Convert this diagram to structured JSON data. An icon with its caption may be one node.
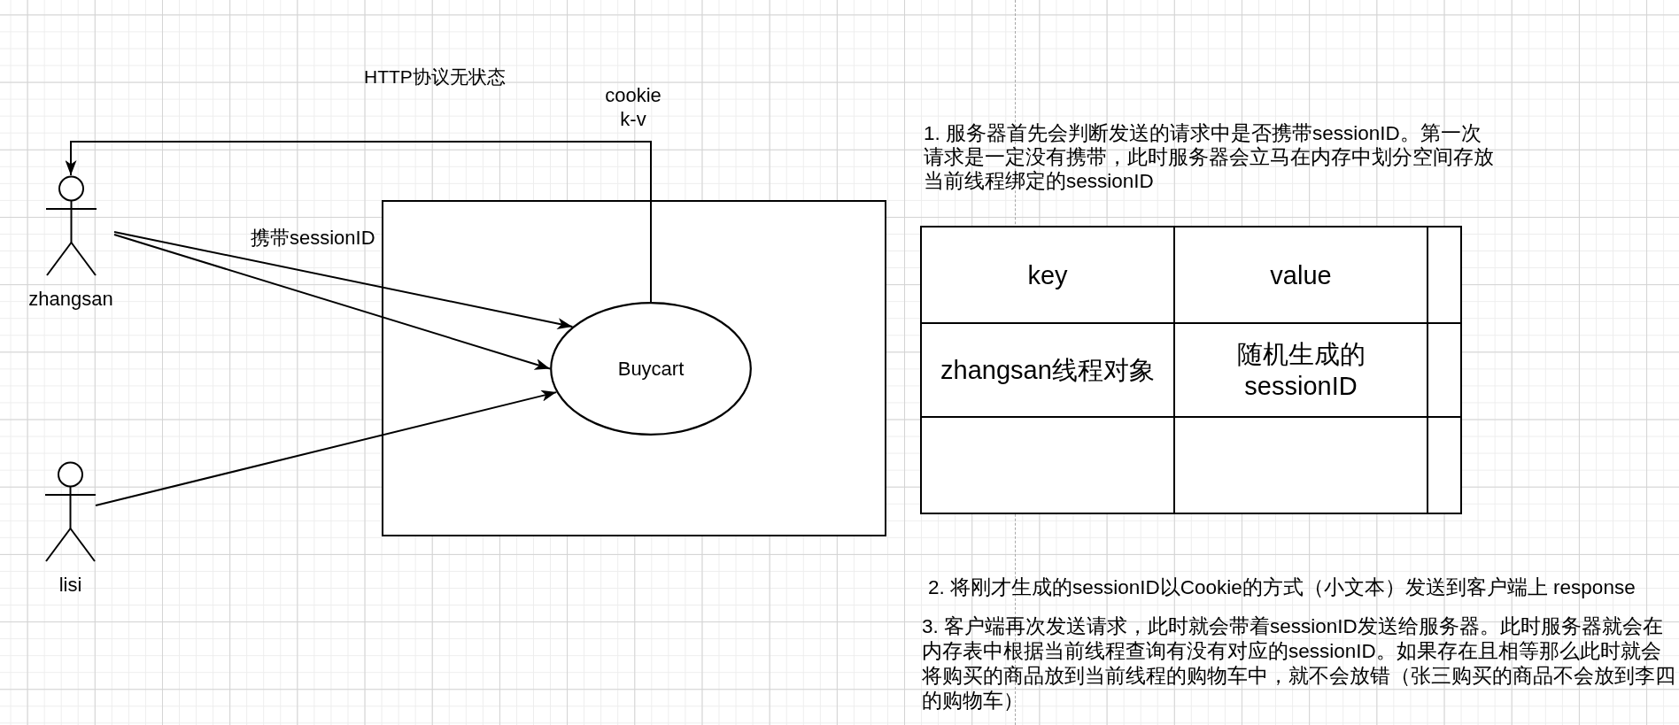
{
  "diagram": {
    "title": "HTTP协议无状态",
    "nodes": [
      {
        "text": [
          "zhangsan"
        ]
      },
      {
        "text": [
          "lisi"
        ]
      },
      {
        "text": [],
        "shape": "box"
      },
      {
        "text": [
          "Buycart"
        ],
        "in": 2
      }
    ],
    "edges": [
      {
        "from": 0,
        "to": 3,
        "arrow": "to",
        "label": "携带sessionID"
      },
      {
        "from": 0,
        "to": 3,
        "arrow": "to"
      },
      {
        "from": 1,
        "to": 3,
        "arrow": "to"
      },
      {
        "from": 3,
        "to": 0,
        "arrow": "to",
        "label": "cookie k-v"
      }
    ],
    "labels": [
      "1. 服务器首先会判断发送的请求中是否携带sessionID。第一次请求是一定没有携带，此时服务器会立马在内存中划分空间存放当前线程绑定的sessionID",
      "key",
      "value",
      "zhangsan线程对象",
      "随机生成的sessionID",
      "2. 将刚才生成的sessionID以Cookie的方式（小文本）发送到客户端上 response",
      "3. 客户端再次发送请求，此时就会带着sessionID发送给服务器。此时服务器就会在内存表中根据当前线程查询有没有对应的sessionID。如果存在且相等那么此时就会将购买的商品放到当前线程的购物车中，就不会放错（张三购买的商品不会放到李四的购物车）"
    ]
  }
}
